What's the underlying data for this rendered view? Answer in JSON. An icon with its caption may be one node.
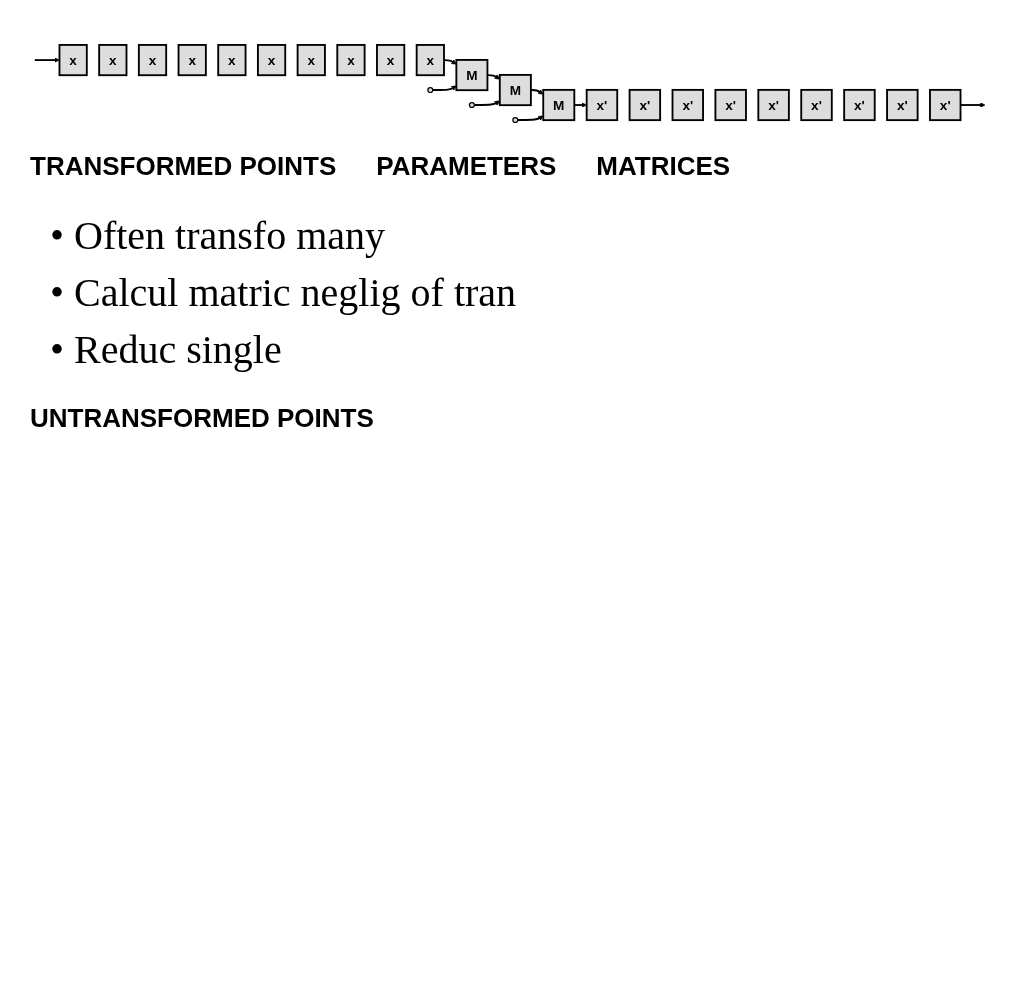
{
  "diagram": {
    "nodes": [
      {
        "text": [
          "x'"
        ]
      },
      {
        "text": [
          "x'"
        ]
      },
      {
        "text": [
          "x'"
        ]
      },
      {
        "text": [
          "x'"
        ]
      },
      {
        "text": [
          "x'"
        ]
      },
      {
        "text": [
          "x'"
        ]
      },
      {
        "text": [
          "x'"
        ]
      },
      {
        "text": [
          "x'"
        ]
      },
      {
        "text": [
          "x'"
        ]
      },
      {
        "text": [],
        "shape": "circle"
      },
      {
        "text": [
          "M"
        ]
      },
      {
        "text": [],
        "shape": "circle"
      },
      {
        "text": [
          "M"
        ]
      },
      {
        "text": [],
        "shape": "circle"
      },
      {
        "text": [
          "M"
        ]
      },
      {
        "text": [
          "x"
        ]
      },
      {
        "text": [
          "x"
        ]
      },
      {
        "text": [
          "x"
        ]
      },
      {
        "text": [
          "x"
        ]
      },
      {
        "text": [
          "x"
        ]
      },
      {
        "text": [
          "x"
        ]
      },
      {
        "text": [
          "x"
        ]
      },
      {
        "text": [
          "x"
        ]
      },
      {
        "text": [
          "x"
        ]
      },
      {
        "text": [
          "x"
        ]
      }
    ],
    "edges": [
      {
        "from": null,
        "to": 15,
        "arrow": "to"
      },
      {
        "from": 24,
        "to": 14,
        "arrow": "to"
      },
      {
        "from": 14,
        "to": 12,
        "arrow": "to"
      },
      {
        "from": 12,
        "to": 10,
        "arrow": "to"
      },
      {
        "from": 10,
        "to": 0,
        "arrow": "to"
      },
      {
        "from": 8,
        "to": null,
        "arrow": "to"
      },
      {
        "from": 9,
        "to": 10,
        "arrow": "to"
      },
      {
        "from": 11,
        "to": 12,
        "arrow": "to"
      },
      {
        "from": 13,
        "to": 14,
        "arrow": "to"
      }
    ],
    "labels": [
      "TRANSFORMED POINTS",
      "PARAMETERS",
      "MATRICES",
      "• Often transfo many",
      "• Calcul matric neglig of tran",
      "• Reduc single",
      "UNTRANSFORMED POINTS"
    ]
  }
}
